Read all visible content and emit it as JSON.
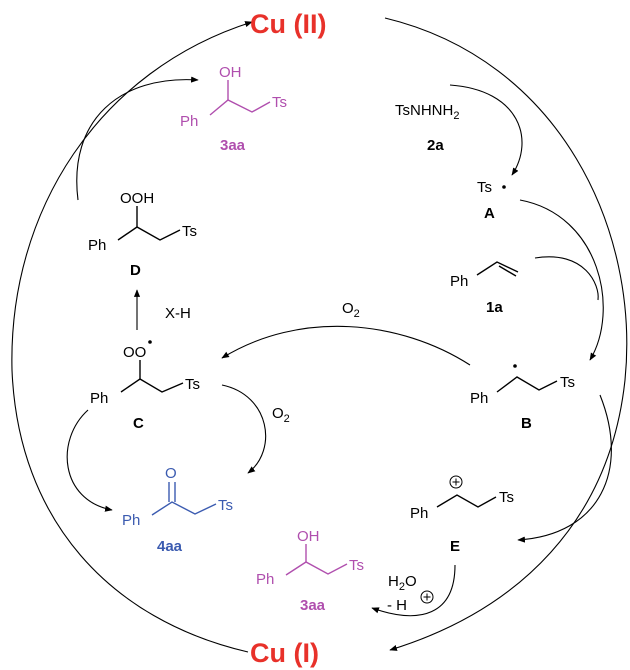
{
  "catalysts": {
    "top": "Cu (II)",
    "bottom": "Cu (I)"
  },
  "colors": {
    "catalyst": "#e8312a",
    "alcohol_product": "#b04fae",
    "ketone_product": "#3b5bb0",
    "default": "#000000"
  },
  "reagents": {
    "tsnhnh2": {
      "formula": "TsNHNH",
      "subscript": "2",
      "label": "2a"
    },
    "styrene": {
      "ph": "Ph",
      "label": "1a"
    },
    "o2_top": {
      "text": "O",
      "subscript": "2"
    },
    "o2_right": {
      "text": "O",
      "subscript": "2"
    },
    "xh": "X-H",
    "water": {
      "h2o_h": "H",
      "h2o_sub": "2",
      "h2o_o": "O",
      "minus_h": "- H"
    }
  },
  "intermediates": {
    "A": {
      "text": "Ts",
      "label": "A"
    },
    "B": {
      "ph": "Ph",
      "ts": "Ts",
      "label": "B"
    },
    "C": {
      "ph": "Ph",
      "ts": "Ts",
      "group": "OO",
      "label": "C"
    },
    "D": {
      "ph": "Ph",
      "ts": "Ts",
      "group": "OOH",
      "label": "D"
    },
    "E": {
      "ph": "Ph",
      "ts": "Ts",
      "label": "E"
    }
  },
  "products": {
    "p3aa_top": {
      "ph": "Ph",
      "ts": "Ts",
      "group": "OH",
      "label": "3aa"
    },
    "p3aa_bottom": {
      "ph": "Ph",
      "ts": "Ts",
      "group": "OH",
      "label": "3aa"
    },
    "p4aa": {
      "ph": "Ph",
      "ts": "Ts",
      "group": "O",
      "label": "4aa"
    }
  }
}
